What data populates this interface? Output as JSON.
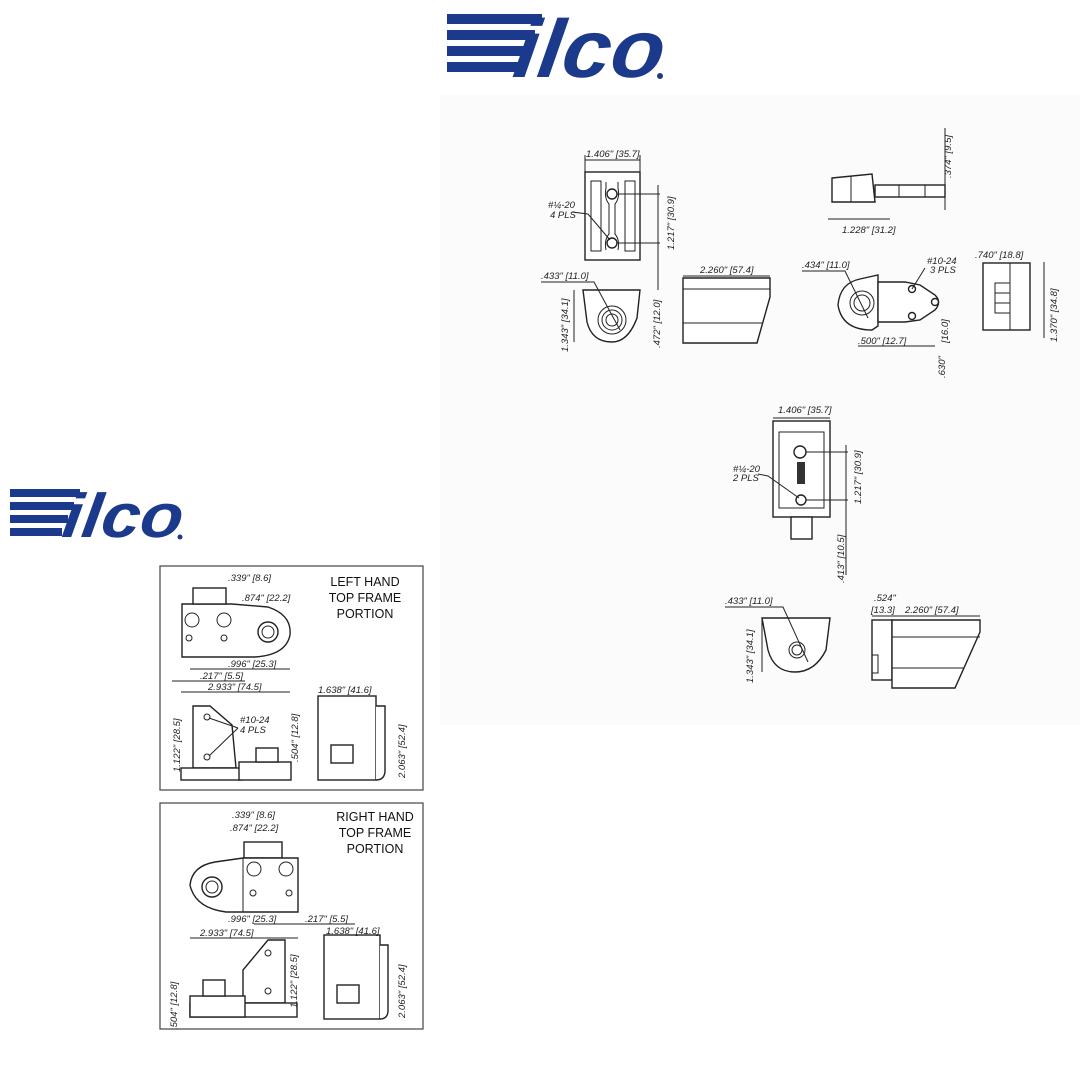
{
  "brand": {
    "logo_text": "ilco",
    "color": "#1b3a8c"
  },
  "top_views": {
    "front_4pls": {
      "width": "1.406\"  [35.7]",
      "hole_note_1": "#¼-20",
      "hole_note_2": "4 PLS",
      "height": "1.217\"  [30.9]"
    },
    "bottom_end": {
      "bore": ".433\"  [11.0]",
      "height": "1.343\"  [34.1]",
      "offset": ".472\"  [12.0]"
    },
    "side_long": {
      "length": "2.260\"  [57.4]"
    },
    "shaft_side": {
      "length": "1.228\"  [31.2]",
      "shaft": ".374\"  [9.5]"
    },
    "arm_plate": {
      "bore": ".434\"  [11.0]",
      "hole_note_1": "#10-24",
      "hole_note_2": "3 PLS",
      "spacing": ".500\"  [12.7]",
      "offset_mm": "[16.0]",
      "offset_in": ".630\""
    },
    "end_block": {
      "width": ".740\"  [18.8]",
      "height": "1.370\"  [34.8]"
    }
  },
  "middle_views": {
    "front_2pls": {
      "width": "1.406\"  [35.7]",
      "hole_note_1": "#¼-20",
      "hole_note_2": "2 PLS",
      "height": "1.217\"  [30.9]",
      "stem": ".413\"  [10.5]"
    },
    "bottom_end": {
      "bore": ".433\"  [11.0]",
      "height": "1.343\"  [34.1]"
    },
    "side_long": {
      "offset_in": ".524\"",
      "offset_mm": "[13.3]",
      "length": "2.260\"  [57.4]"
    }
  },
  "left_hand": {
    "title": [
      "LEFT HAND",
      "TOP FRAME",
      "PORTION"
    ],
    "d339": ".339\"  [8.6]",
    "d874": ".874\"  [22.2]",
    "d996": ".996\"  [25.3]",
    "d217": ".217\"  [5.5]",
    "d2933": "2.933\"  [74.5]",
    "d1638": "1.638\"  [41.6]",
    "hole_note_1": "#10-24",
    "hole_note_2": "4 PLS",
    "d1122": "1.122\"  [28.5]",
    "d504": ".504\"  [12.8]",
    "d2063": "2.063\"  [52.4]"
  },
  "right_hand": {
    "title": [
      "RIGHT HAND",
      "TOP FRAME",
      "PORTION"
    ],
    "d339": ".339\"  [8.6]",
    "d874": ".874\"  [22.2]",
    "d996": ".996\"  [25.3]",
    "d217": ".217\"  [5.5]",
    "d2933": "2.933\"  [74.5]",
    "d1638": "1.638\"  [41.6]",
    "d1122": "1.122\"  [28.5]",
    "d504": ".504\"  [12.8]",
    "d2063": "2.063\"  [52.4]"
  }
}
